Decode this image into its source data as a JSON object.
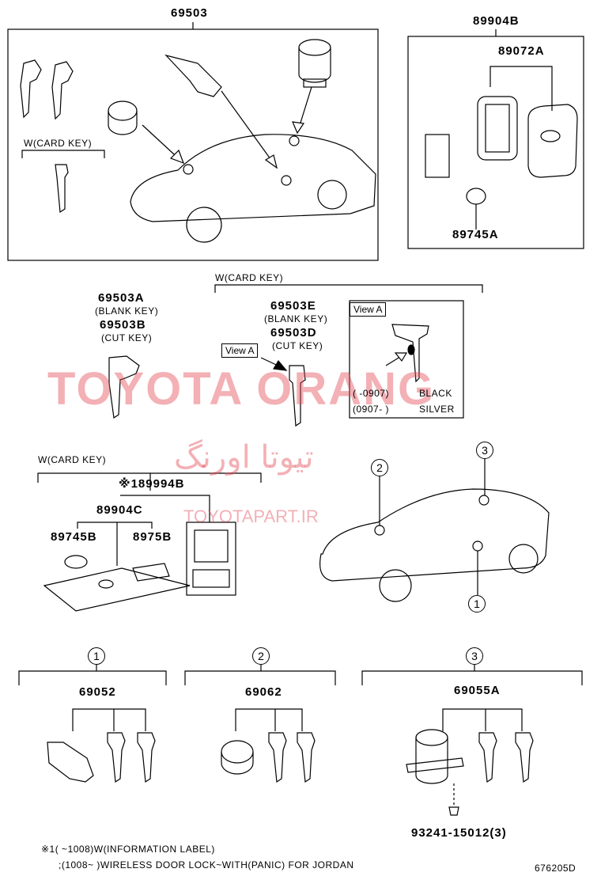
{
  "top_left_group": {
    "part": "69503",
    "card_key": "W(CARD KEY)"
  },
  "top_right_group": {
    "part": "89904B",
    "sub_part": "89072A",
    "battery": "89745A"
  },
  "blank_cut_key": {
    "blank_part": "69503A",
    "blank_note": "(BLANK KEY)",
    "cut_part": "69503B",
    "cut_note": "(CUT KEY)"
  },
  "card_key_group": {
    "header": "W(CARD KEY)",
    "blank_part": "69503E",
    "blank_note": "(BLANK KEY)",
    "cut_part": "69503D",
    "cut_note": "(CUT KEY)",
    "view_tag": "View A",
    "view_title": "View A",
    "variant_1_range": "(      -0907)",
    "variant_1_color": "BLACK",
    "variant_2_range": "(0907-       )",
    "variant_2_color": "SILVER"
  },
  "card_group": {
    "header": "W(CARD KEY)",
    "assembly": "※189994B",
    "card": "89904C",
    "battery": "89745B",
    "sticker": "8975B"
  },
  "car_callouts": {
    "c1": "1",
    "c2": "2",
    "c3": "3"
  },
  "bottom_sets": [
    {
      "index": "1",
      "part": "69052"
    },
    {
      "index": "2",
      "part": "69062"
    },
    {
      "index": "3",
      "part": "69055A",
      "screw": "93241-15012(3)"
    }
  ],
  "footnotes": {
    "line1": "※1(        ~1008)W(INFORMATION LABEL)",
    "line2": ";(1008~        )WIRELESS DOOR LOCK~WITH(PANIC) FOR JORDAN"
  },
  "drawing_id": "676205D",
  "watermark": {
    "main": "TOYOTA ORANG",
    "persian": "تیوتا اورنگ",
    "site": "TOYOTAPART.IR"
  }
}
